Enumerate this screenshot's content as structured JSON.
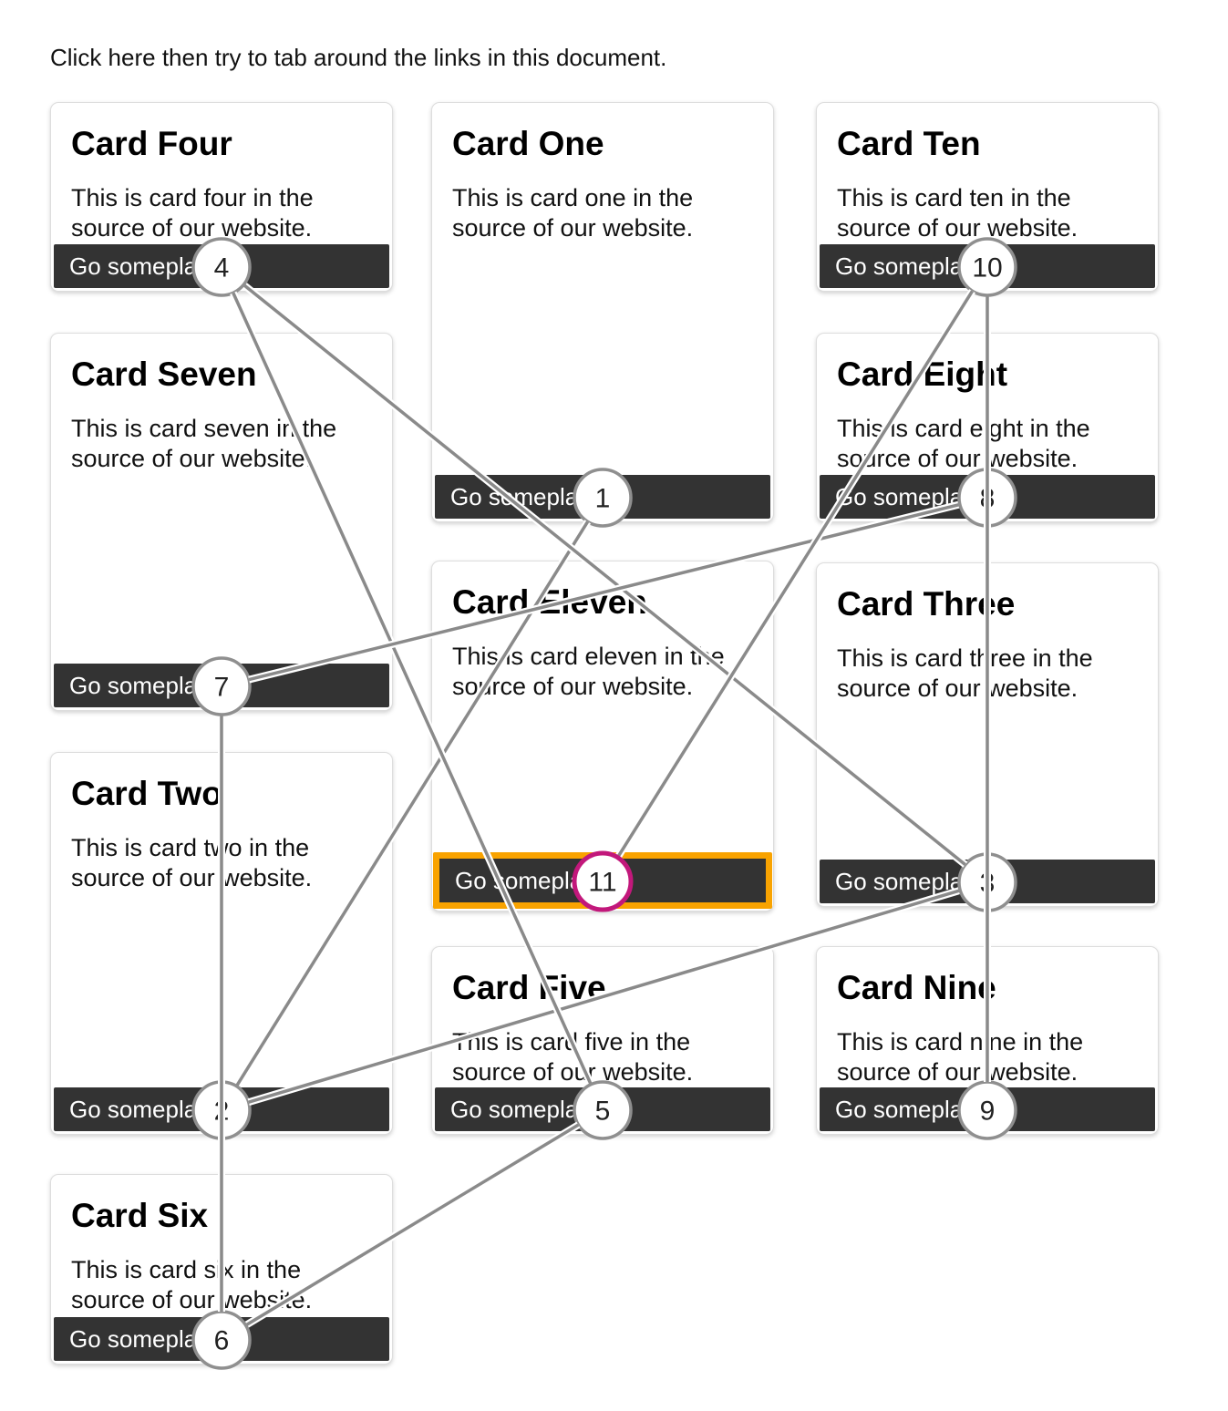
{
  "page": {
    "instruction": "Click here then try to tab around the links in this document."
  },
  "colors": {
    "button_bg": "#333333",
    "button_text": "#ffffff",
    "card_border": "#dddddd",
    "focus_highlight": "#f9a300",
    "tab_line": "#8a8a8a",
    "tab_line_casing": "#ffffff",
    "tab_circle_fill": "#ffffff",
    "tab_circle_ring": "#8f8f8f",
    "active_circle_ring": "#c2187b",
    "tab_number_text": "#222222"
  },
  "overlay": {
    "active_tab_number": 11,
    "tab_sequence": [
      1,
      2,
      3,
      4,
      5,
      6,
      7,
      8,
      9,
      10,
      11
    ]
  },
  "cards": [
    {
      "id": "card-four",
      "title": "Card Four",
      "body": "This is card four in the source of our website.",
      "button_label": "Go someplace",
      "tab_order": 4,
      "highlighted": false
    },
    {
      "id": "card-seven",
      "title": "Card Seven",
      "body": "This is card seven in the source of our website.",
      "button_label": "Go someplace",
      "tab_order": 7,
      "highlighted": false
    },
    {
      "id": "card-two",
      "title": "Card Two",
      "body": "This is card two in the source of our website.",
      "button_label": "Go someplace",
      "tab_order": 2,
      "highlighted": false
    },
    {
      "id": "card-six",
      "title": "Card Six",
      "body": "This is card six in the source of our website.",
      "button_label": "Go someplace",
      "tab_order": 6,
      "highlighted": false
    },
    {
      "id": "card-one",
      "title": "Card One",
      "body": "This is card one in the source of our website.",
      "button_label": "Go someplace",
      "tab_order": 1,
      "highlighted": false
    },
    {
      "id": "card-eleven",
      "title": "Card Eleven",
      "body": "This is card eleven in the source of our website.",
      "button_label": "Go someplace",
      "tab_order": 11,
      "highlighted": true
    },
    {
      "id": "card-five",
      "title": "Card Five",
      "body": "This is card five in the source of our website.",
      "button_label": "Go someplace",
      "tab_order": 5,
      "highlighted": false
    },
    {
      "id": "card-ten",
      "title": "Card Ten",
      "body": "This is card ten in the source of our website.",
      "button_label": "Go someplace",
      "tab_order": 10,
      "highlighted": false
    },
    {
      "id": "card-eight",
      "title": "Card Eight",
      "body": "This is card eight in the source of our website.",
      "button_label": "Go someplace",
      "tab_order": 8,
      "highlighted": false
    },
    {
      "id": "card-three",
      "title": "Card Three",
      "body": "This is card three in the source of our website.",
      "button_label": "Go someplace",
      "tab_order": 3,
      "highlighted": false
    },
    {
      "id": "card-nine",
      "title": "Card Nine",
      "body": "This is card nine in the source of our website.",
      "button_label": "Go someplace",
      "tab_order": 9,
      "highlighted": false
    }
  ]
}
